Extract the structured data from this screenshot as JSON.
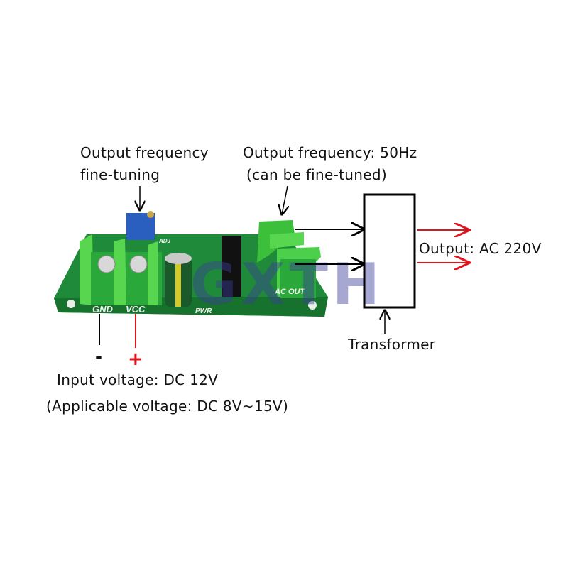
{
  "labels": {
    "pot_title_line1": "Output frequency",
    "pot_title_line2": "fine-tuning",
    "freq_line1": "Output frequency: 50Hz",
    "freq_line2": "(can be fine-tuned)",
    "output": "Output: AC 220V",
    "transformer": "Transformer",
    "minus": "-",
    "plus": "+",
    "input_voltage": "Input voltage: DC 12V",
    "applicable_voltage": "(Applicable voltage: DC 8V~15V)"
  },
  "board_silkscreen": {
    "gnd": "GND",
    "vcc": "VCC",
    "pwr": "PWR",
    "ac_out": "AC OUT",
    "adj": "ADJ"
  },
  "watermark": "GXTH",
  "colors": {
    "pcb": "#1f8a3a",
    "terminal": "#4ccf4a",
    "potentiometer": "#2a5fc0",
    "positive_wire": "#e0141c",
    "output_arrow": "#e0141c",
    "watermark": "#3a3f9a"
  }
}
